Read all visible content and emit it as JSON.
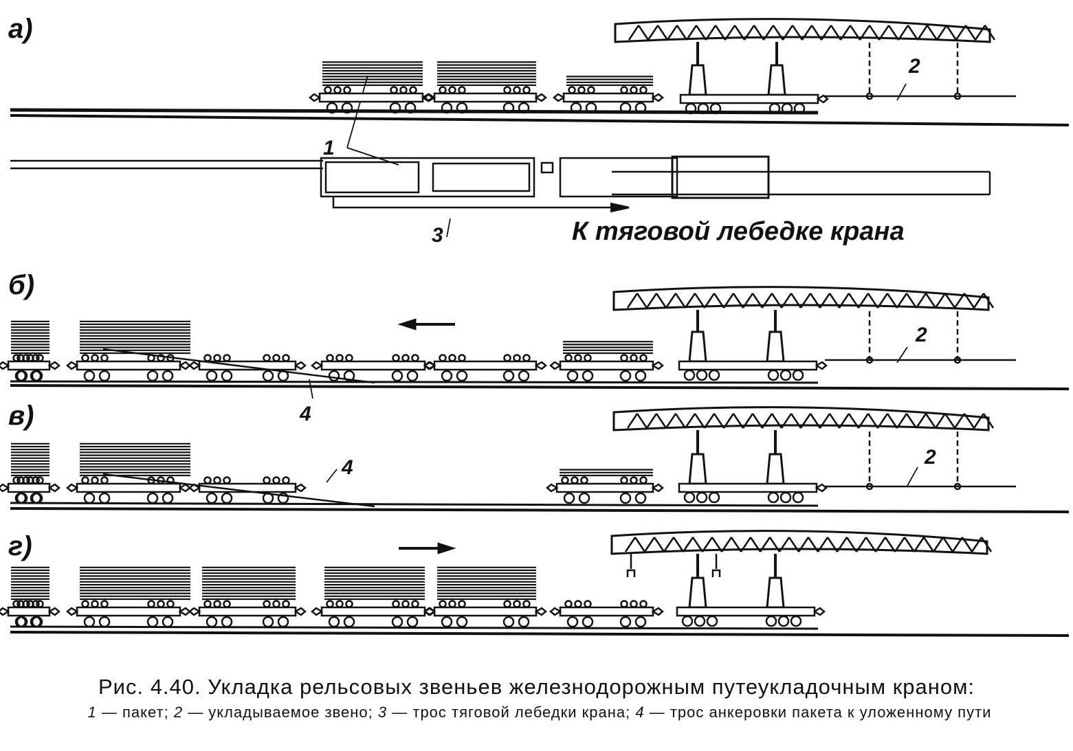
{
  "panels": [
    {
      "id": "a",
      "letter": "а)"
    },
    {
      "id": "b",
      "letter": "б)"
    },
    {
      "id": "v",
      "letter": "в)"
    },
    {
      "id": "g",
      "letter": "г)"
    }
  ],
  "callouts": {
    "packet": "1",
    "laid_link": "2",
    "winch_cable": "3",
    "anchor_cable": "4"
  },
  "direction_label": "К тяговой лебедке крана",
  "caption": {
    "title": "Рис. 4.40. Укладка рельсовых звеньев железнодорожным путеукладочным краном:",
    "legend": [
      {
        "num": "1",
        "text": " — пакет; "
      },
      {
        "num": "2",
        "text": " — укладываемое звено; "
      },
      {
        "num": "3",
        "text": " — трос тяговой лебедки крана; "
      },
      {
        "num": "4",
        "text": " — трос анкеровки пакета к уложенному пути"
      }
    ]
  }
}
